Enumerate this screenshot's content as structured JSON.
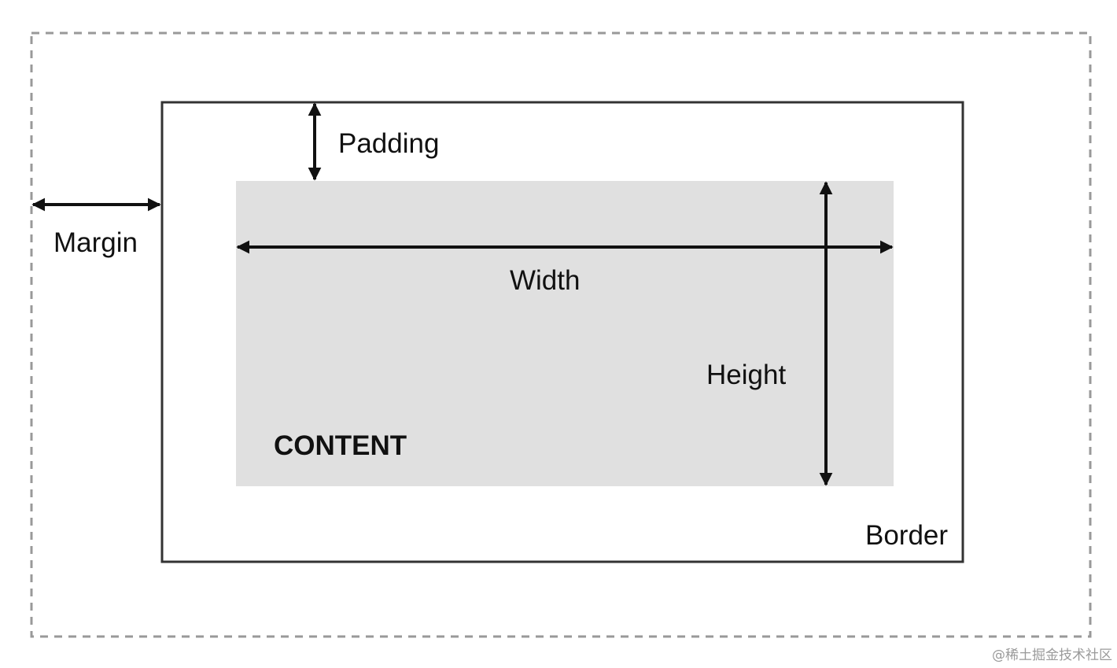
{
  "labels": {
    "padding": "Padding",
    "margin": "Margin",
    "width": "Width",
    "height": "Height",
    "content": "CONTENT",
    "border": "Border"
  },
  "watermark": "@稀土掘金技术社区",
  "colors": {
    "margin_outline": "#999999",
    "border_outline": "#333333",
    "content_fill": "#e0e0e0",
    "arrow": "#111111",
    "text": "#111111"
  }
}
